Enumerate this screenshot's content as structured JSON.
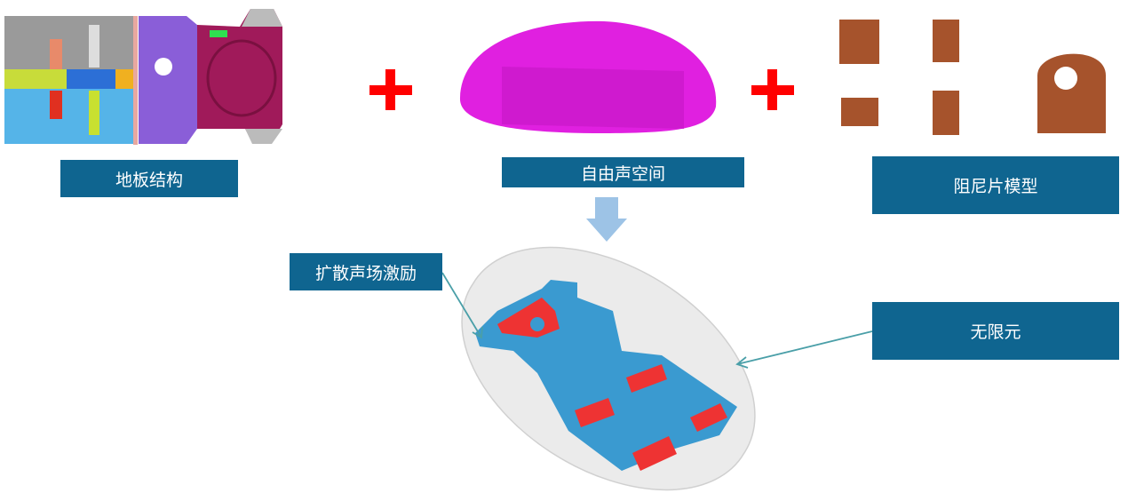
{
  "labels": {
    "floor_structure": "地板结构",
    "free_sound_space": "自由声空间",
    "damping_sheet_model": "阻尼片模型",
    "diffuse_field_excitation": "扩散声场激励",
    "infinite_element": "无限元"
  },
  "colors": {
    "label_bg": "#0f6590",
    "plus": "#ff0000",
    "down_arrow": "#9dc3e6",
    "pointer": "#4a9fa8",
    "dome": "#e020e0",
    "damper": "#a0522d",
    "mesh": "#3a9ad0",
    "damper_patch": "#ee3333"
  }
}
